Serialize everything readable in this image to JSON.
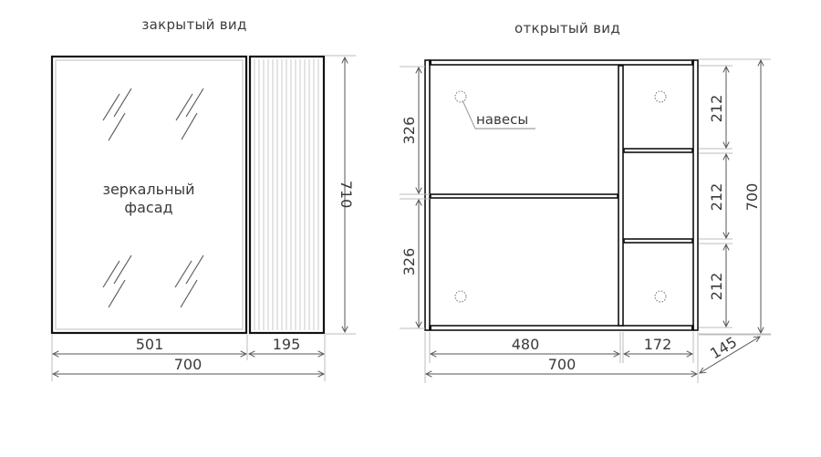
{
  "closed_view": {
    "title": "закрытый вид",
    "facade_label_line1": "зеркальный",
    "facade_label_line2": "фасад",
    "dimensions": {
      "mirror_width": "501",
      "side_width": "195",
      "total_width": "700",
      "height": "710"
    }
  },
  "open_view": {
    "title": "открытый вид",
    "hinge_label": "навесы",
    "dimensions": {
      "left_top_section": "326",
      "left_bottom_section": "326",
      "right_top_section": "212",
      "right_middle_section": "212",
      "right_bottom_section": "212",
      "total_height": "700",
      "left_compartment_width": "480",
      "right_compartment_width": "172",
      "total_width": "700",
      "depth": "145"
    }
  },
  "colors": {
    "line": "#111111",
    "dimension": "#555555",
    "extension": "#bdbdbd",
    "text": "#3a3a3a"
  }
}
